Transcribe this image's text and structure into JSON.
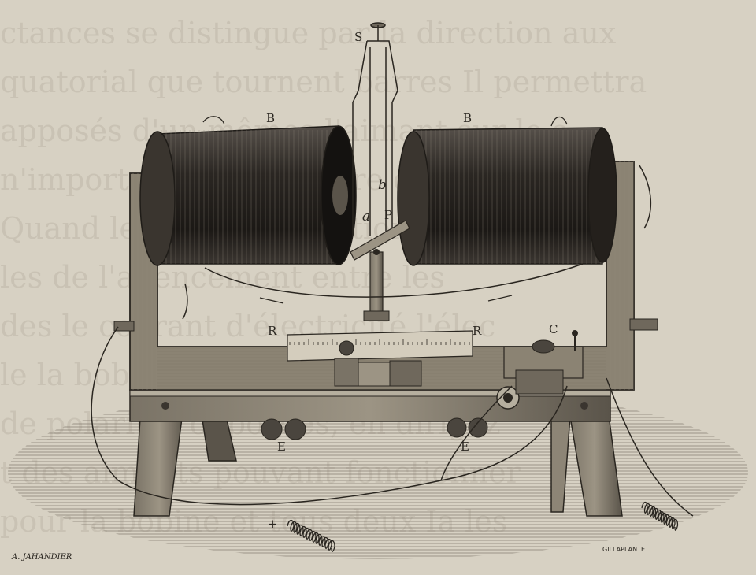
{
  "image": {
    "bleed_through_lines": [
      "ctances se distingue par la direction aux",
      "quatorial que tournent barres Il permettra",
      "apposés d'un mêmes l'aimant sur le s",
      "n'importe quelle manière dis",
      "Quand le courant direction ap",
      "les de l'agencement entre les",
      "des le courant d'électricité l'élec",
      "le la bobine, et cela le courant",
      "de polarités opposées, en dirigez",
      "t des aimants pouvant fonctionner",
      "pour la bobine et tous deux Ia les"
    ],
    "labels": {
      "S": "S",
      "B_left": "B",
      "B_right": "B",
      "b": "b",
      "a": "a",
      "P": "P",
      "R_left": "R",
      "R_right": "R",
      "C": "C",
      "E_left": "E",
      "E_right": "E",
      "plus": "+"
    },
    "signatures": {
      "left": "A. JAHANDIER",
      "right": "GILLAPLANTE"
    }
  },
  "colors": {
    "paper": "#d7d1c3",
    "ink": "#2a2620",
    "coil_dark": "#1f1c18",
    "coil_light": "#8c8578",
    "wood_mid": "#6f685c"
  }
}
